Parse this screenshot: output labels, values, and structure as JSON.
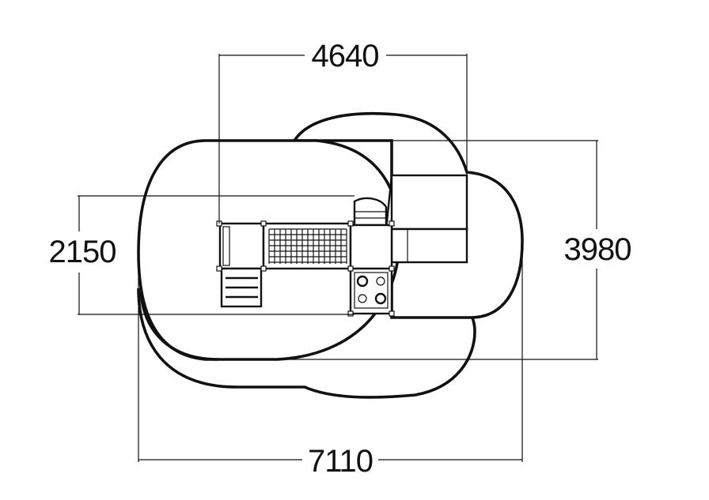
{
  "drawing": {
    "type": "playground-plan-view",
    "line_color": "#111111",
    "background": "#ffffff"
  },
  "dimensions": {
    "top_width": "4640",
    "left_height": "2150",
    "right_height": "3980",
    "bottom_width": "7110"
  }
}
